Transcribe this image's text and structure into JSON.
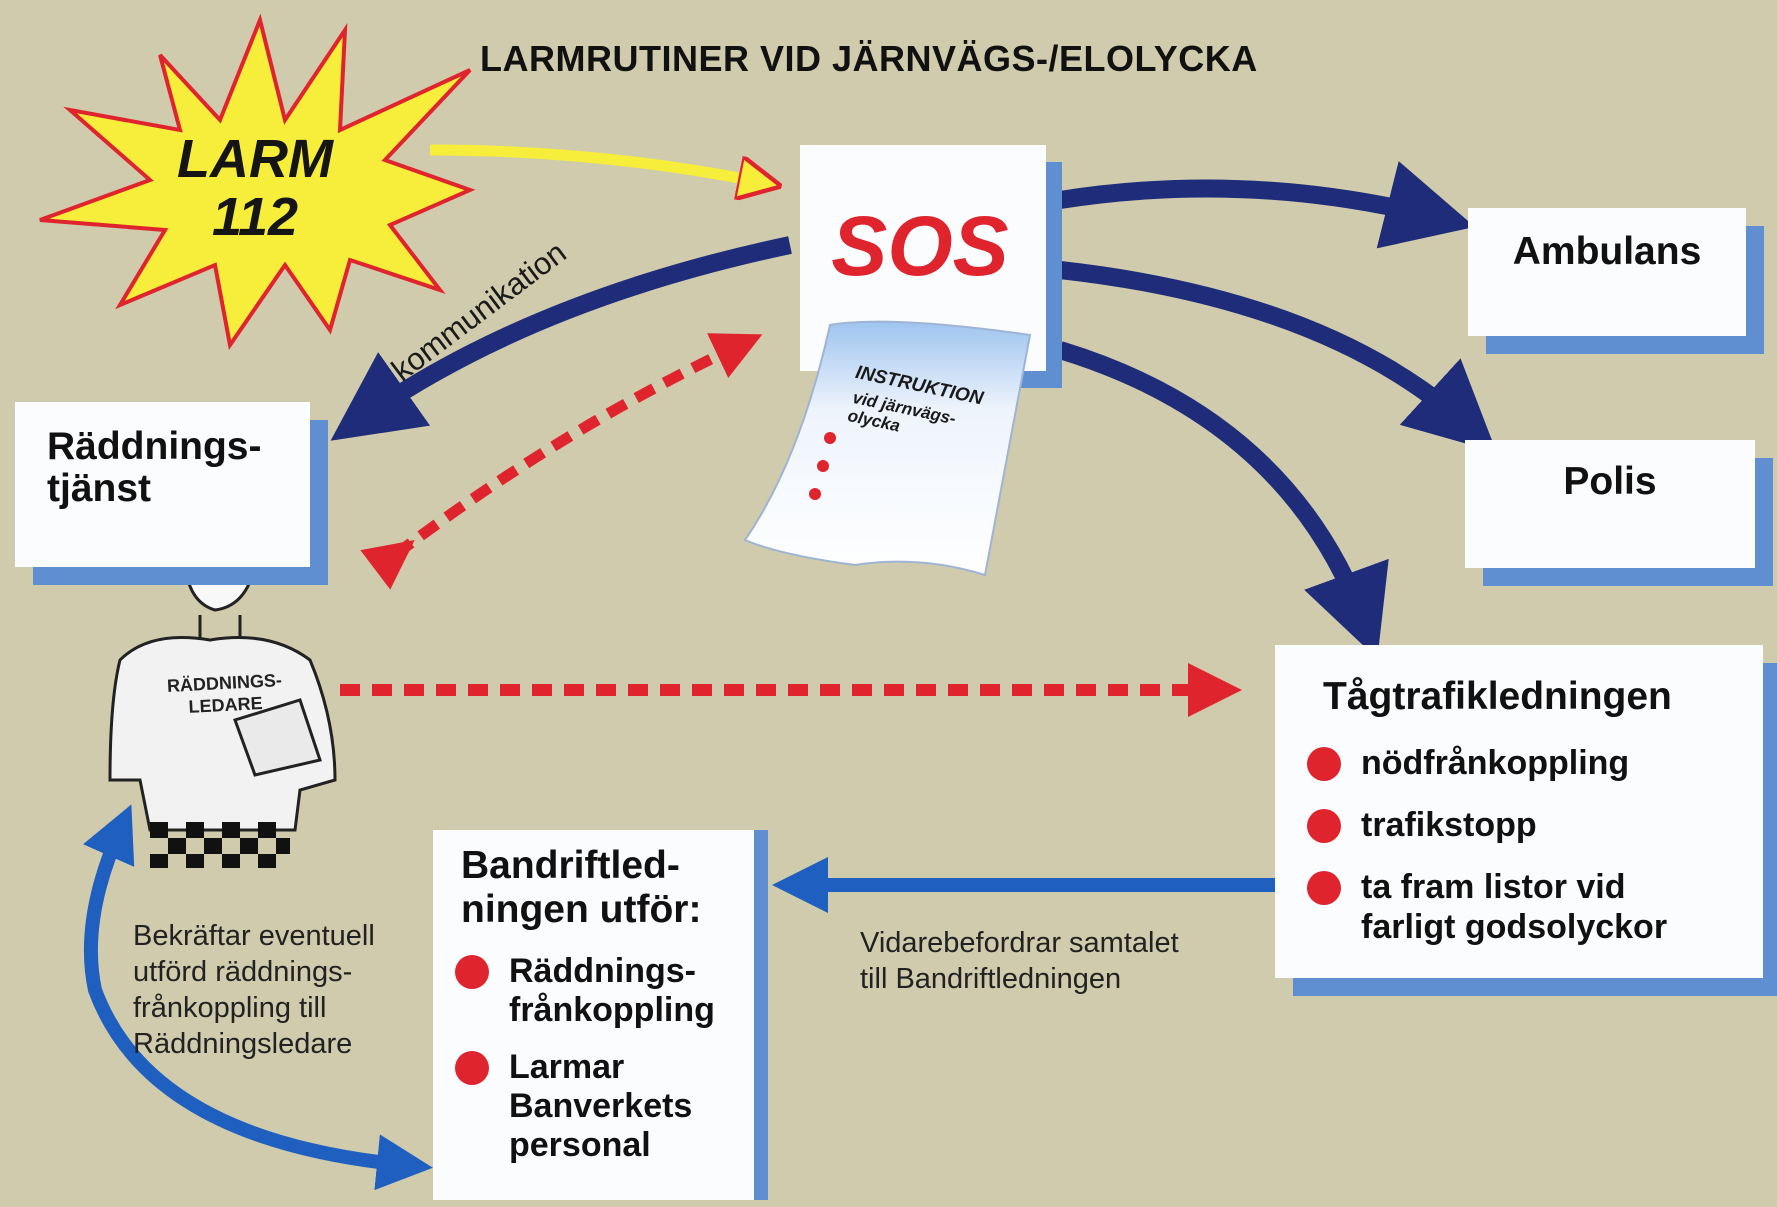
{
  "title": "LARMRUTINER VID JÄRNVÄGS-/ELOLYCKA",
  "alarm": {
    "line1": "LARM",
    "line2": "112"
  },
  "sos": {
    "label": "SOS"
  },
  "instruction_sheet": {
    "line1": "INSTRUKTION",
    "line2": "vid järnvägs-",
    "line3": "olycka"
  },
  "boxes": {
    "ambulance": "Ambulans",
    "police": "Polis",
    "rescue_service": {
      "line1": "Räddnings-",
      "line2": "tjänst"
    },
    "train_traffic": {
      "title": "Tågtrafikledningen",
      "items": [
        "nödfrånkoppling",
        "trafikstopp",
        "ta fram listor vid\nfarligt godsolyckor"
      ]
    },
    "track_operations": {
      "title_line1": "Bandriftled-",
      "title_line2": "ningen utför:",
      "items": [
        "Räddnings-\nfrånkoppling",
        "Larmar\nBanverkets\npersonal"
      ]
    }
  },
  "rescue_leader": {
    "shirt_line1": "RÄDDNINGS-",
    "shirt_line2": "LEDARE"
  },
  "labels": {
    "communication": "kommunikation",
    "forwards": {
      "line1": "Vidarebefordrar samtalet",
      "line2": "till Bandriftledningen"
    },
    "confirms": {
      "line1": "Bekräftar eventuell",
      "line2": "utförd räddnings-",
      "line3": "frånkoppling till",
      "line4": "Räddningsledare"
    }
  },
  "colors": {
    "background": "#cfcbac",
    "box_shadow": "#5f8fd0",
    "alert_red": "#e0242d",
    "arrow_navy": "#1e2c7a",
    "arrow_blue": "#1f5fc0",
    "burst_yellow": "#f6ee3a"
  }
}
